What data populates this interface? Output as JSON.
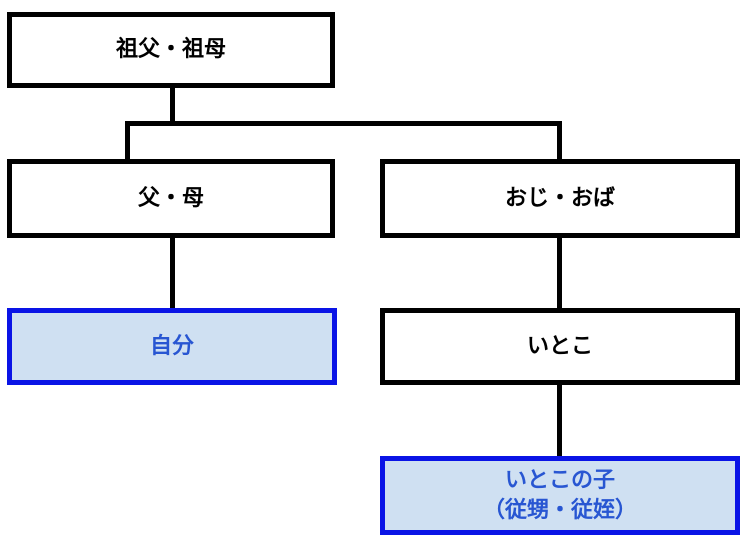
{
  "nodes": {
    "grandparents": {
      "label": "祖父・祖母"
    },
    "parents": {
      "label": "父・母"
    },
    "uncle_aunt": {
      "label": "おじ・おば"
    },
    "self": {
      "label": "自分"
    },
    "cousin": {
      "label": "いとこ"
    },
    "cousins_child": {
      "label": "いとこの子",
      "sublabel": "（従甥・従姪）"
    }
  },
  "colors": {
    "box_border": "#000000",
    "highlight_border": "#0a14e6",
    "highlight_fill": "#cfe0f2",
    "highlight_text": "#2856d2"
  }
}
